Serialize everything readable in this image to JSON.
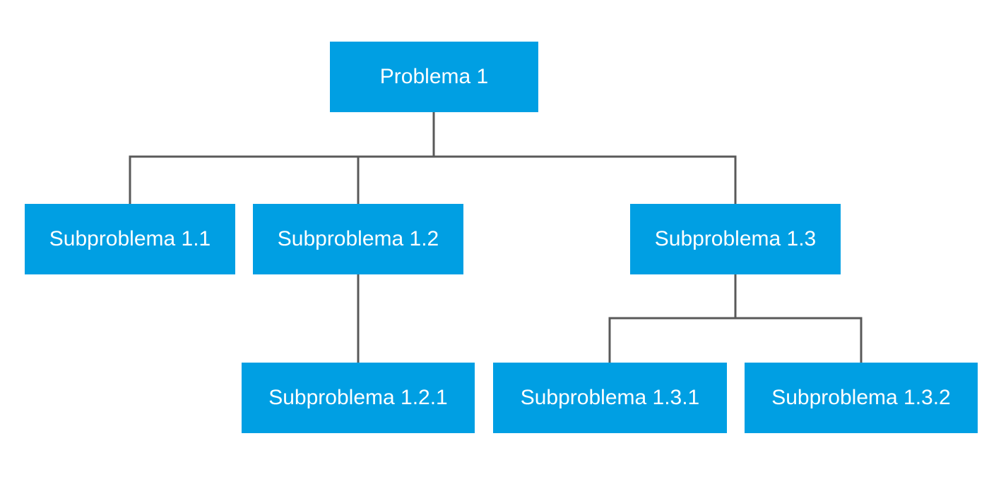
{
  "colors": {
    "node_fill": "#009fe3",
    "node_text": "#ffffff",
    "connector": "#595959",
    "background": "#ffffff"
  },
  "tree": {
    "root": {
      "label": "Problema 1"
    },
    "sub_1_1": {
      "label": "Subproblema 1.1"
    },
    "sub_1_2": {
      "label": "Subproblema 1.2"
    },
    "sub_1_3": {
      "label": "Subproblema 1.3"
    },
    "sub_1_2_1": {
      "label": "Subproblema 1.2.1"
    },
    "sub_1_3_1": {
      "label": "Subproblema 1.3.1"
    },
    "sub_1_3_2": {
      "label": "Subproblema 1.3.2"
    }
  }
}
